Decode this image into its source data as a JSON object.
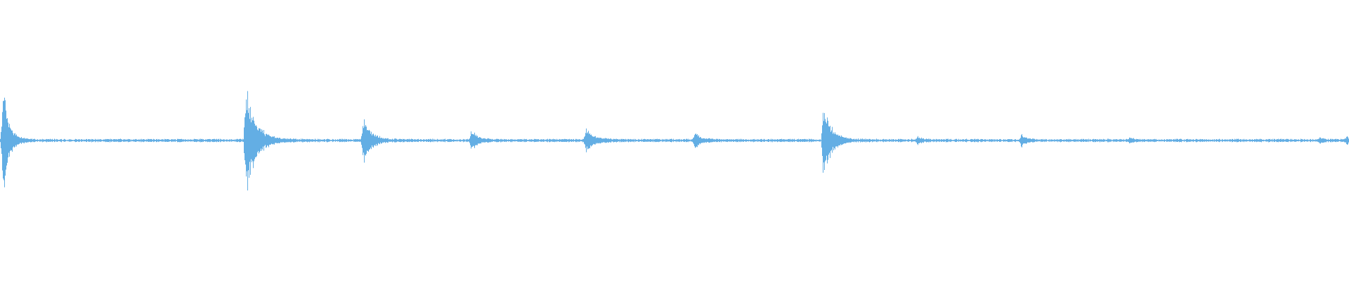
{
  "waveform": {
    "color": "#63aee4",
    "duration_normalized": 1,
    "baseline_amplitude": 0.01,
    "bursts": [
      {
        "t": 0.002,
        "amplitude": 0.45,
        "decay": 0.004
      },
      {
        "t": 0.182,
        "amplitude": 0.45,
        "decay": 0.007
      },
      {
        "t": 0.269,
        "amplitude": 0.17,
        "decay": 0.006
      },
      {
        "t": 0.349,
        "amplitude": 0.08,
        "decay": 0.005
      },
      {
        "t": 0.434,
        "amplitude": 0.09,
        "decay": 0.006
      },
      {
        "t": 0.515,
        "amplitude": 0.07,
        "decay": 0.004
      },
      {
        "t": 0.61,
        "amplitude": 0.28,
        "decay": 0.006
      },
      {
        "t": 0.68,
        "amplitude": 0.03,
        "decay": 0.003
      },
      {
        "t": 0.757,
        "amplitude": 0.05,
        "decay": 0.003
      },
      {
        "t": 0.837,
        "amplitude": 0.02,
        "decay": 0.003
      },
      {
        "t": 0.978,
        "amplitude": 0.02,
        "decay": 0.003
      },
      {
        "t": 0.998,
        "amplitude": 0.03,
        "decay": 0.003
      }
    ]
  }
}
